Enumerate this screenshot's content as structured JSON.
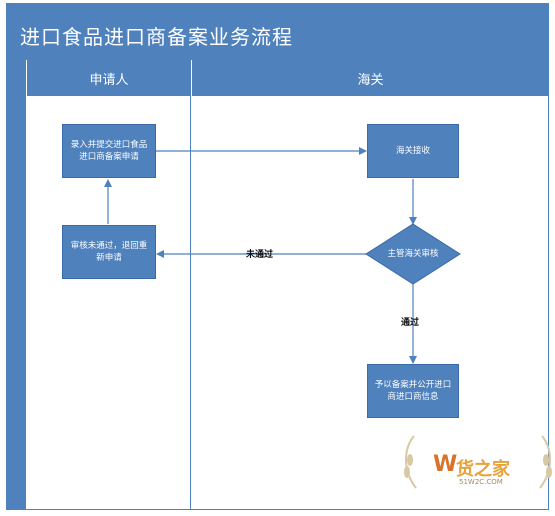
{
  "title": "进口食品进口商备案业务流程",
  "lanes": [
    {
      "label": "申请人"
    },
    {
      "label": "海关"
    }
  ],
  "nodes": {
    "submit": "录入并提交进口食品进口商备案申请",
    "accept": "海关接收",
    "review": "主管海关审核",
    "reject": "审核未通过，退回重新申请",
    "result": "予以备案并公开进口商进口商信息"
  },
  "edges": {
    "fail": "未通过",
    "pass": "通过"
  },
  "watermark": {
    "logo": "W",
    "name": "货之家",
    "domain": "51W2C.COM"
  }
}
